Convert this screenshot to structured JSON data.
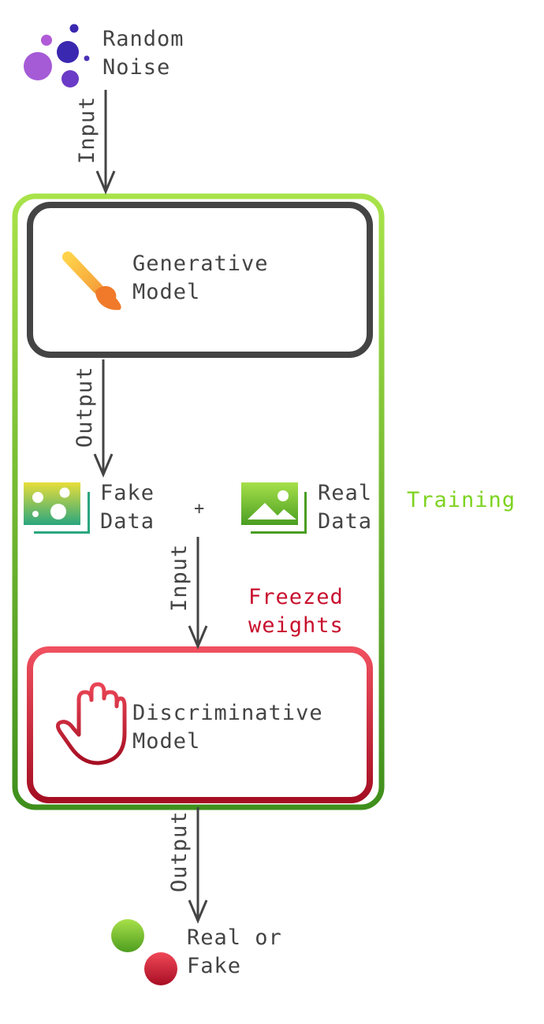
{
  "noise": {
    "line1": "Random",
    "line2": "Noise"
  },
  "arrows": {
    "input1": "Input",
    "output1": "Output",
    "input2": "Input",
    "output2": "Output"
  },
  "generator": {
    "line1": "Generative",
    "line2": "Model"
  },
  "fake": {
    "line1": "Fake",
    "line2": "Data"
  },
  "plus": "+",
  "real": {
    "line1": "Real",
    "line2": "Data"
  },
  "training": "Training",
  "frozen": {
    "line1": "Freezed",
    "line2": "weights"
  },
  "discriminator": {
    "line1": "Discriminative",
    "line2": "Model"
  },
  "result": {
    "line1": "Real or",
    "line2": "Fake"
  },
  "colors": {
    "training": "#7ed321",
    "training_dark": "#3f8f1c",
    "generator_border": "#444444",
    "discriminator_border": "#e8495a",
    "frozen_text": "#c8102e",
    "noise_purple": "#9b3fd1",
    "noise_indigo": "#3b28b0"
  },
  "icons": [
    "noise-icon",
    "paintbrush-icon",
    "fake-image-icon",
    "real-image-icon",
    "hand-icon",
    "real-dot-icon",
    "fake-dot-icon"
  ]
}
